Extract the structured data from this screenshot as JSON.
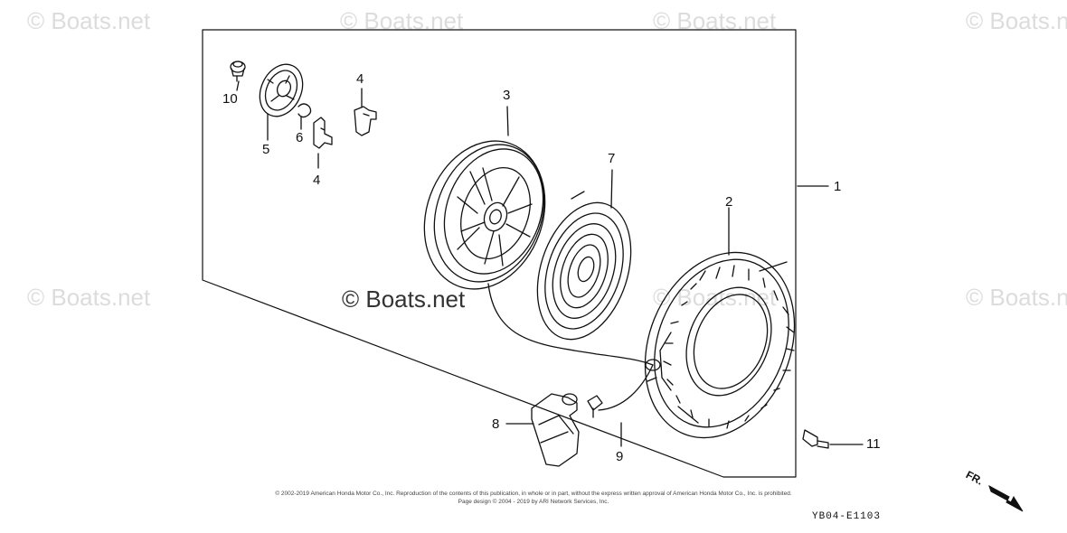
{
  "watermarks": [
    "© Boats.net",
    "© Boats.net",
    "© Boats.net",
    "© Boats.net",
    "© Boats.net",
    "© Boats.net",
    "© Boats.net"
  ],
  "center_watermark": "© Boats.net",
  "callouts": {
    "c1": "1",
    "c2": "2",
    "c3": "3",
    "c4a": "4",
    "c4b": "4",
    "c5": "5",
    "c6": "6",
    "c7": "7",
    "c8": "8",
    "c9": "9",
    "c10": "10",
    "c11": "11"
  },
  "copyright_line1": "© 2002-2019 American Honda Motor Co., Inc. Reproduction of the contents of this publication, in whole or in part, without the express written approval of American Honda Motor Co., Inc. is prohibited.",
  "copyright_line2": "Page design © 2004 - 2019 by ARI Network Services, Inc.",
  "drawing_code": "YB04-E1103",
  "front_label": "FR."
}
